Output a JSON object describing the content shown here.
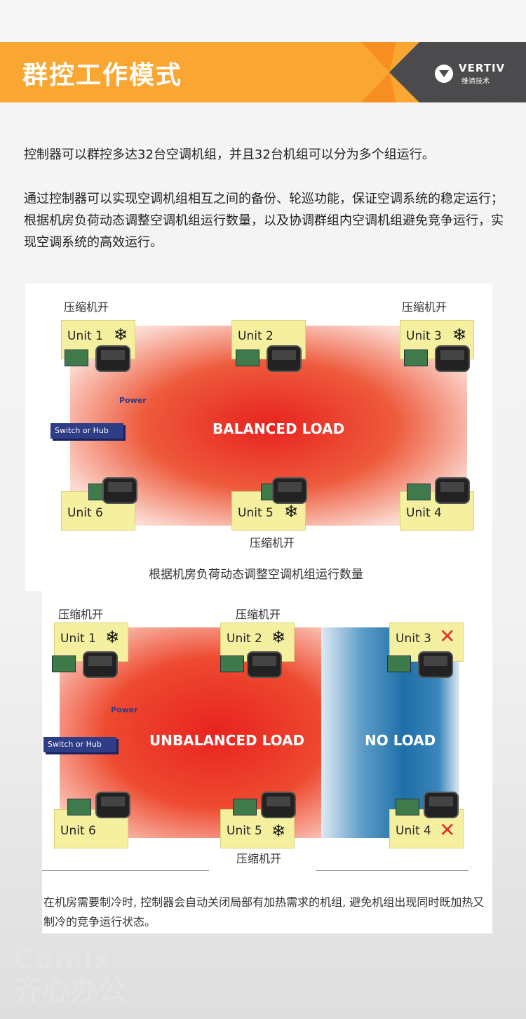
{
  "header": {
    "title": "群控工作模式",
    "brand": "VERTIV",
    "brand_cn": "维谛技术"
  },
  "intro": [
    "控制器可以群控多达32台空调机组，并且32台机组可以分为多个组运行。",
    "通过控制器可以实现空调机组相互之间的备份、轮巡功能，保证空调系统的稳定运行；根据机房负荷动态调整空调机组运行数量，以及协调群组内空调机组避免竞争运行，实现空调系统的高效运行。"
  ],
  "diagram1": {
    "units": [
      "Unit 1",
      "Unit 2",
      "Unit 3",
      "Unit 6",
      "Unit 5",
      "Unit 4"
    ],
    "compressor_on": "压缩机开",
    "switch": "Switch or Hub",
    "power": "Power",
    "load": "BALANCED LOAD",
    "caption": "根据机房负荷动态调整空调机组运行数量"
  },
  "diagram2": {
    "units": [
      "Unit 1",
      "Unit 2",
      "Unit 3",
      "Unit 6",
      "Unit 5",
      "Unit 4"
    ],
    "compressor_on": "压缩机开",
    "switch": "Switch or Hub",
    "power": "Power",
    "load": "UNBALANCED LOAD",
    "no_load": "NO LOAD",
    "caption": "在机房需要制冷时, 控制器会自动关闭局部有加热需求的机组, 避免机组出现同时既加热又制冷的竞争运行状态。"
  },
  "watermark": {
    "en": "Comix",
    "cn": "齐心办公"
  }
}
